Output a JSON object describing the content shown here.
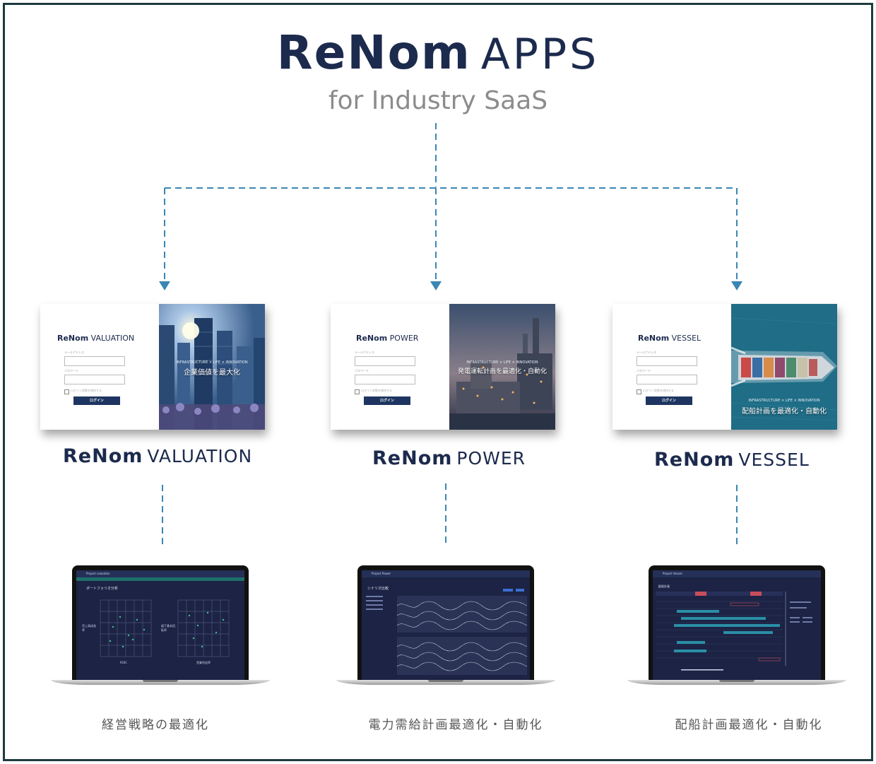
{
  "header": {
    "brand_bold": "ReNom",
    "brand_light": "APPS",
    "subtitle": "for Industry SaaS"
  },
  "apps": [
    {
      "name_bold": "ReNom",
      "name_light": "VALUATION",
      "login_logo_bold": "ReNom",
      "login_logo_light": "VALUATION",
      "photo_small": "INFRASTRUCTURE × LIFE × INNOVATION",
      "photo_caption": "企業価値を最大化",
      "button_label": "ログイン",
      "email_label": "メールアドレス",
      "password_label": "パスワード",
      "remember_label": "ログイン状態を保持する",
      "screen_title": "ポートフォリオ分析",
      "project_label": "Project  valuation",
      "axis_left_1": "売上高成長率",
      "axis_right_1": "留下基本回転率",
      "axis_bottom_1": "ROIC",
      "axis_bottom_2": "営業利益率",
      "caption": "経営戦略の最適化",
      "accent": "#4d7fb8"
    },
    {
      "name_bold": "ReNom",
      "name_light": "POWER",
      "login_logo_bold": "ReNom",
      "login_logo_light": "POWER",
      "photo_small": "INFRASTRUCTURE × LIFE × INNOVATION",
      "photo_caption": "発電運転計画を最適化・自動化",
      "button_label": "ログイン",
      "email_label": "メールアドレス",
      "password_label": "パスワード",
      "remember_label": "ログイン状態を保持する",
      "screen_title": "シナリオ比較",
      "project_label": "Project  Power",
      "caption": "電力需給計画最適化・自動化",
      "accent": "#c9824a"
    },
    {
      "name_bold": "ReNom",
      "name_light": "VESSEL",
      "login_logo_bold": "ReNom",
      "login_logo_light": "VESSEL",
      "photo_small": "INFRASTRUCTURE × LIFE × INNOVATION",
      "photo_caption": "配船計画を最適化・自動化",
      "button_label": "ログイン",
      "email_label": "メールアドレス",
      "password_label": "パスワード",
      "remember_label": "ログイン状態を保持する",
      "screen_title": "配船計画",
      "project_label": "Project  Vessel",
      "caption": "配船計画最適化・自動化",
      "accent": "#1f6d86"
    }
  ],
  "colors": {
    "brand": "#1c2a4d",
    "connector": "#3a86b4",
    "border": "#1f3a40",
    "subtitle": "#8c8c8c"
  }
}
